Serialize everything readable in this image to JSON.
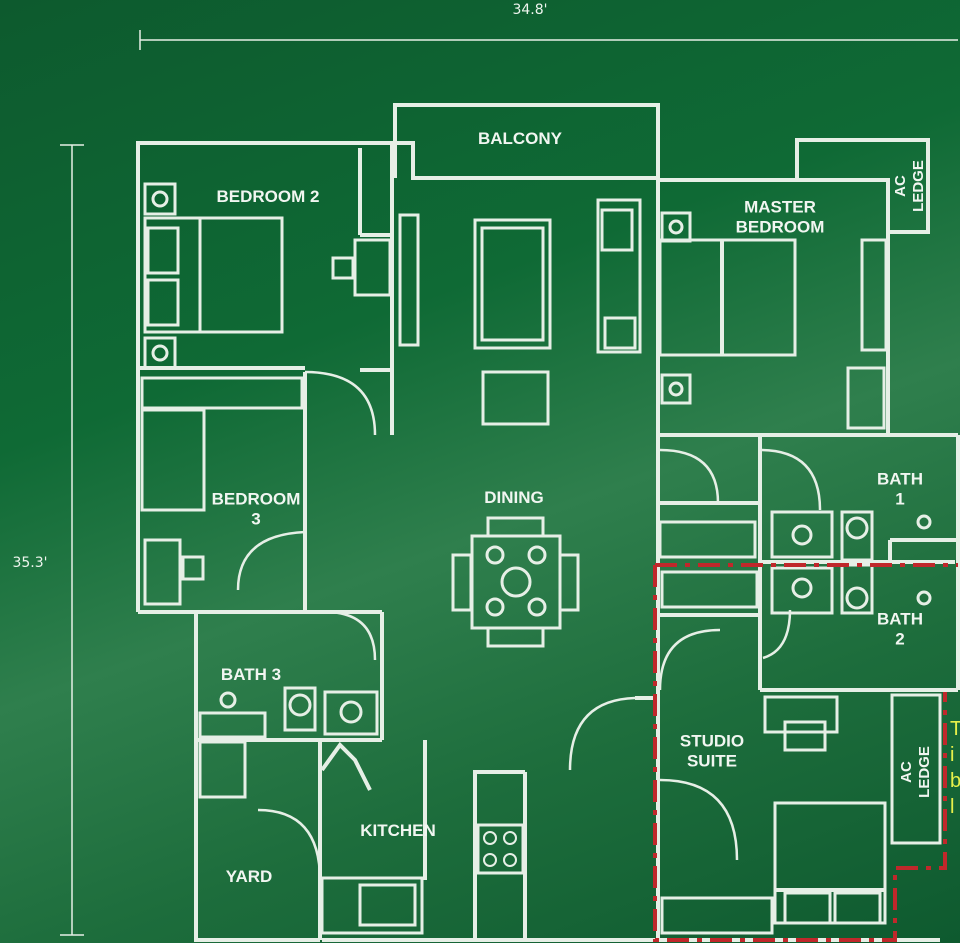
{
  "dimensions": {
    "width_label": "34.8'",
    "height_label": "35.3'"
  },
  "rooms": {
    "balcony": "BALCONY",
    "bedroom2": "BEDROOM 2",
    "master": "MASTER\nBEDROOM",
    "ac_ledge_top": "AC LEDGE",
    "bedroom3": "BEDROOM\n3",
    "dining": "DINING",
    "bath1": "BATH 1",
    "bath2": "BATH 2",
    "bath3": "BATH 3",
    "studio": "STUDIO\nSUITE",
    "ac_ledge_bottom": "AC LEDGE",
    "kitchen": "KITCHEN",
    "yard": "YARD"
  },
  "side_note": "T\ni\nb\nl",
  "colors": {
    "line": "#e6efe6",
    "highlight": "#c0282b",
    "note": "#e7f04a"
  }
}
